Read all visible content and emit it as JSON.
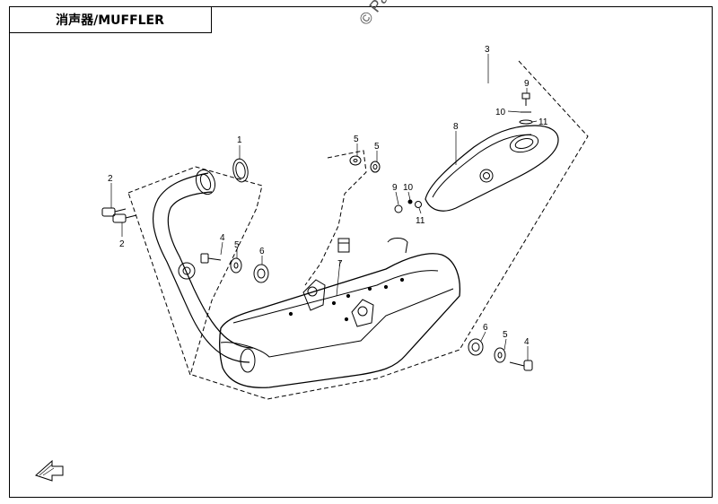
{
  "title": "消声器/MUFFLER",
  "watermark": "© Partz",
  "callouts": [
    {
      "id": "c1",
      "text": "1"
    },
    {
      "id": "c2a",
      "text": "2"
    },
    {
      "id": "c2b",
      "text": "2"
    },
    {
      "id": "c3",
      "text": "3"
    },
    {
      "id": "c4a",
      "text": "4"
    },
    {
      "id": "c4b",
      "text": "4"
    },
    {
      "id": "c5a",
      "text": "5"
    },
    {
      "id": "c5b",
      "text": "5"
    },
    {
      "id": "c5c",
      "text": "5"
    },
    {
      "id": "c5d",
      "text": "5"
    },
    {
      "id": "c6a",
      "text": "6"
    },
    {
      "id": "c6b",
      "text": "6"
    },
    {
      "id": "c7",
      "text": "7"
    },
    {
      "id": "c8",
      "text": "8"
    },
    {
      "id": "c9a",
      "text": "9"
    },
    {
      "id": "c9b",
      "text": "9"
    },
    {
      "id": "c10a",
      "text": "10"
    },
    {
      "id": "c10b",
      "text": "10"
    },
    {
      "id": "c11a",
      "text": "11"
    },
    {
      "id": "c11b",
      "text": "11"
    }
  ]
}
